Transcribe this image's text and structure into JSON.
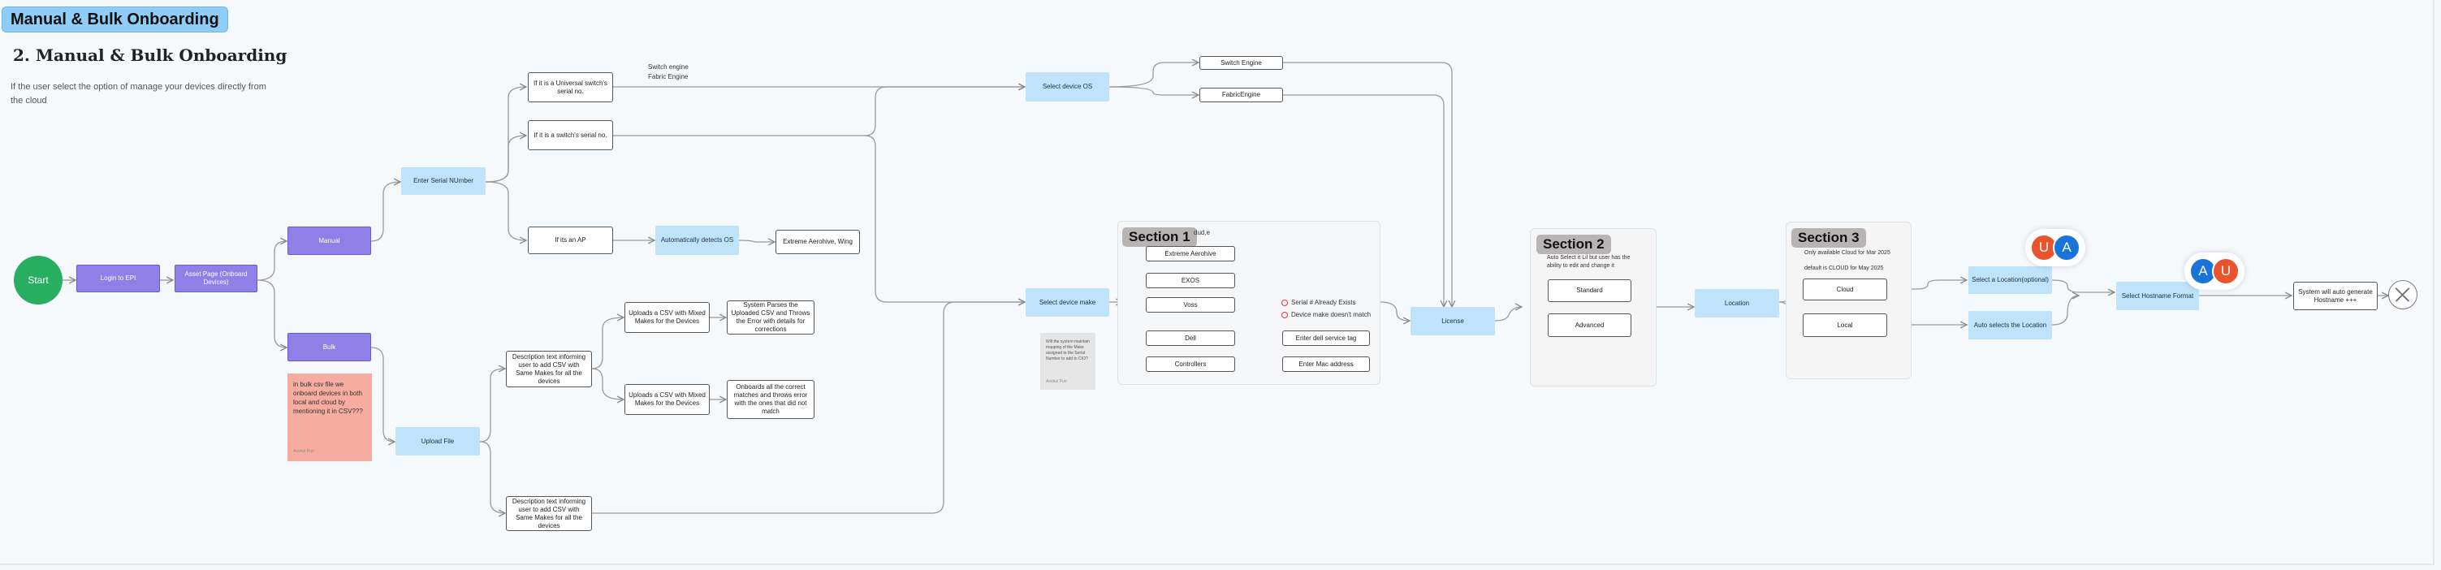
{
  "board": {
    "title_tag": "Manual & Bulk Onboarding",
    "heading": "2.  Manual  & Bulk Onboarding",
    "description": "If the user select the option of manage your devices directly from the cloud"
  },
  "nodes": {
    "start": "Start",
    "login": "Login to EPI",
    "asset_page": "Asset Page (Onboard Devices)",
    "manual": "Manual",
    "bulk": "Bulk",
    "enter_serial": "Enter Serial NUmber",
    "universal_serial": "If it is a Universal switch's serial no.",
    "switch_serial": "If it is a switch's serial no.",
    "if_ap": "If its an AP",
    "auto_detect_os": "Automatically detects OS",
    "extreme_wing": "Extreme Aerohive, Wing",
    "upload_file": "Upload File",
    "desc_mixed": "Description text informing user to add CSV with Same Makes for all the devices",
    "desc_same": "Description text informing user to add CSV with Same Makes for all the devices",
    "upload_mixed_1": "Uploads a CSV with Mixed Makes for the Devices",
    "upload_mixed_2": "Uploads a CSV with Mixed Makes for the Devices",
    "system_parses": "System Parses the Uploaded CSV and Throws the Error with details for corrections",
    "onboards_all": "Onboards all the correct matches and throws error with the ones that did not match",
    "select_os": "Select device OS",
    "switch_engine": "Switch Engine",
    "fabric_engine": "FabricEngine",
    "select_make": "Select device make",
    "make_extreme": "Extreme Aerohive",
    "make_exos": "EXOS",
    "make_voss": "Voss",
    "make_dell": "Dell",
    "make_controllers": "Controllers",
    "enter_dell_tag": "Enter dell service tag",
    "enter_mac": "Enter Mac address",
    "license": "License",
    "location": "Location",
    "standard": "Standard",
    "advanced": "Advanced",
    "cloud": "Cloud",
    "local": "Local",
    "select_location_optional": "Select a Location(optional)",
    "auto_selects_location": "Auto selects the Location",
    "select_hostname": "Select Hostname Format",
    "auto_generate_hostname": "System will auto generate Hostname +++"
  },
  "notes": {
    "engine_note": "Switch engine Fabric Engine",
    "dud_label": "dud,e",
    "serial_exists": "Serial # Already Exists",
    "make_mismatch": "Device make doesn't match",
    "section2_note": "Auto Select it Lil but user has the ability to edit and change it",
    "section3_note_1": "Only available Cloud for Mar 2025",
    "section3_note_2": "default is CLOUD for May 2025"
  },
  "sections": {
    "s1": "Section 1",
    "s2": "Section 2",
    "s3": "Section 3"
  },
  "stickies": {
    "bulk_note": "in bulk csv file we onboard devices in both local and cloud by mentioning it in CSV???",
    "bulk_author": "Anshul Puri",
    "gray_note": "Will the system maintain mapping of the Make assigned to the Serial Number to add to CIO?",
    "gray_author": "Anshul Puri"
  },
  "avatars": {
    "group1": [
      "U",
      "A"
    ],
    "group2": [
      "A",
      "U"
    ]
  },
  "colors": {
    "start": "#27ae60",
    "purple": "#8f7fe6",
    "blue_node": "#bee3fa",
    "sticky_red": "#f7aca0",
    "sticky_gray": "#e5e5e5",
    "avatar_u": "#e8542d",
    "avatar_a": "#1a73d9",
    "error_icon": "#e03a3a"
  }
}
